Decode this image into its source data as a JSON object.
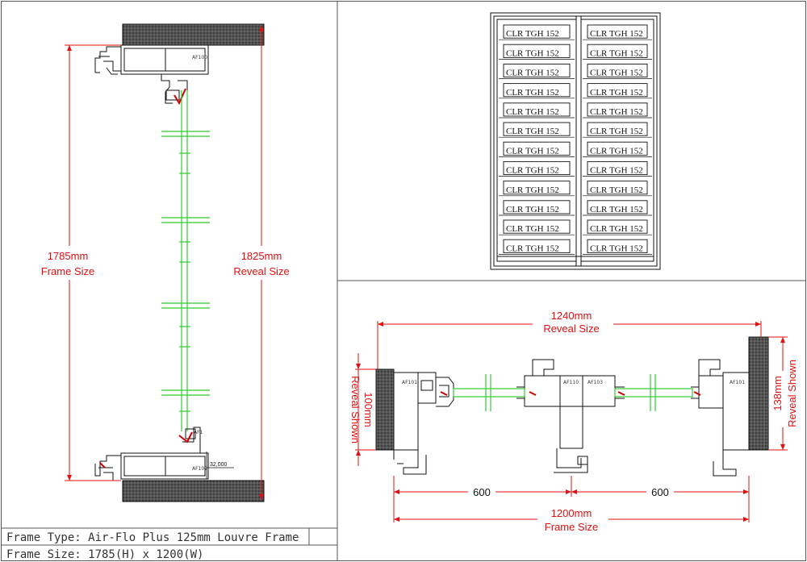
{
  "title_block": {
    "frame_type": "Frame Type: Air-Flo Plus 125mm Louvre Frame",
    "frame_size": "Frame Size: 1785(H) x 1200(W)"
  },
  "section": {
    "frame_size_dim": "1785mm",
    "frame_size_label": "Frame Size",
    "reveal_size_dim": "1825mm",
    "reveal_size_label": "Reveal Size",
    "small_dim": "32,000",
    "tags": {
      "top_profile": "AF100",
      "bottom_profile": "AF102",
      "bottom_clip": "AF1"
    }
  },
  "elevation": {
    "blade_label": "CLR TGH 152",
    "rows": 12,
    "columns": 2
  },
  "plan": {
    "reveal_dim": "1240mm",
    "reveal_label": "Reveal Size",
    "left_dim": "100mm",
    "left_label": "Reveal Shown",
    "right_dim": "138mm",
    "right_label": "Reveal Shown",
    "half_left": "600",
    "half_right": "600",
    "frame_dim": "1200mm",
    "frame_label": "Frame Size",
    "tags": {
      "left_profile": "AF101",
      "mullion_a": "AF110",
      "mullion_b": "AF103",
      "right_profile": "AF101"
    }
  }
}
